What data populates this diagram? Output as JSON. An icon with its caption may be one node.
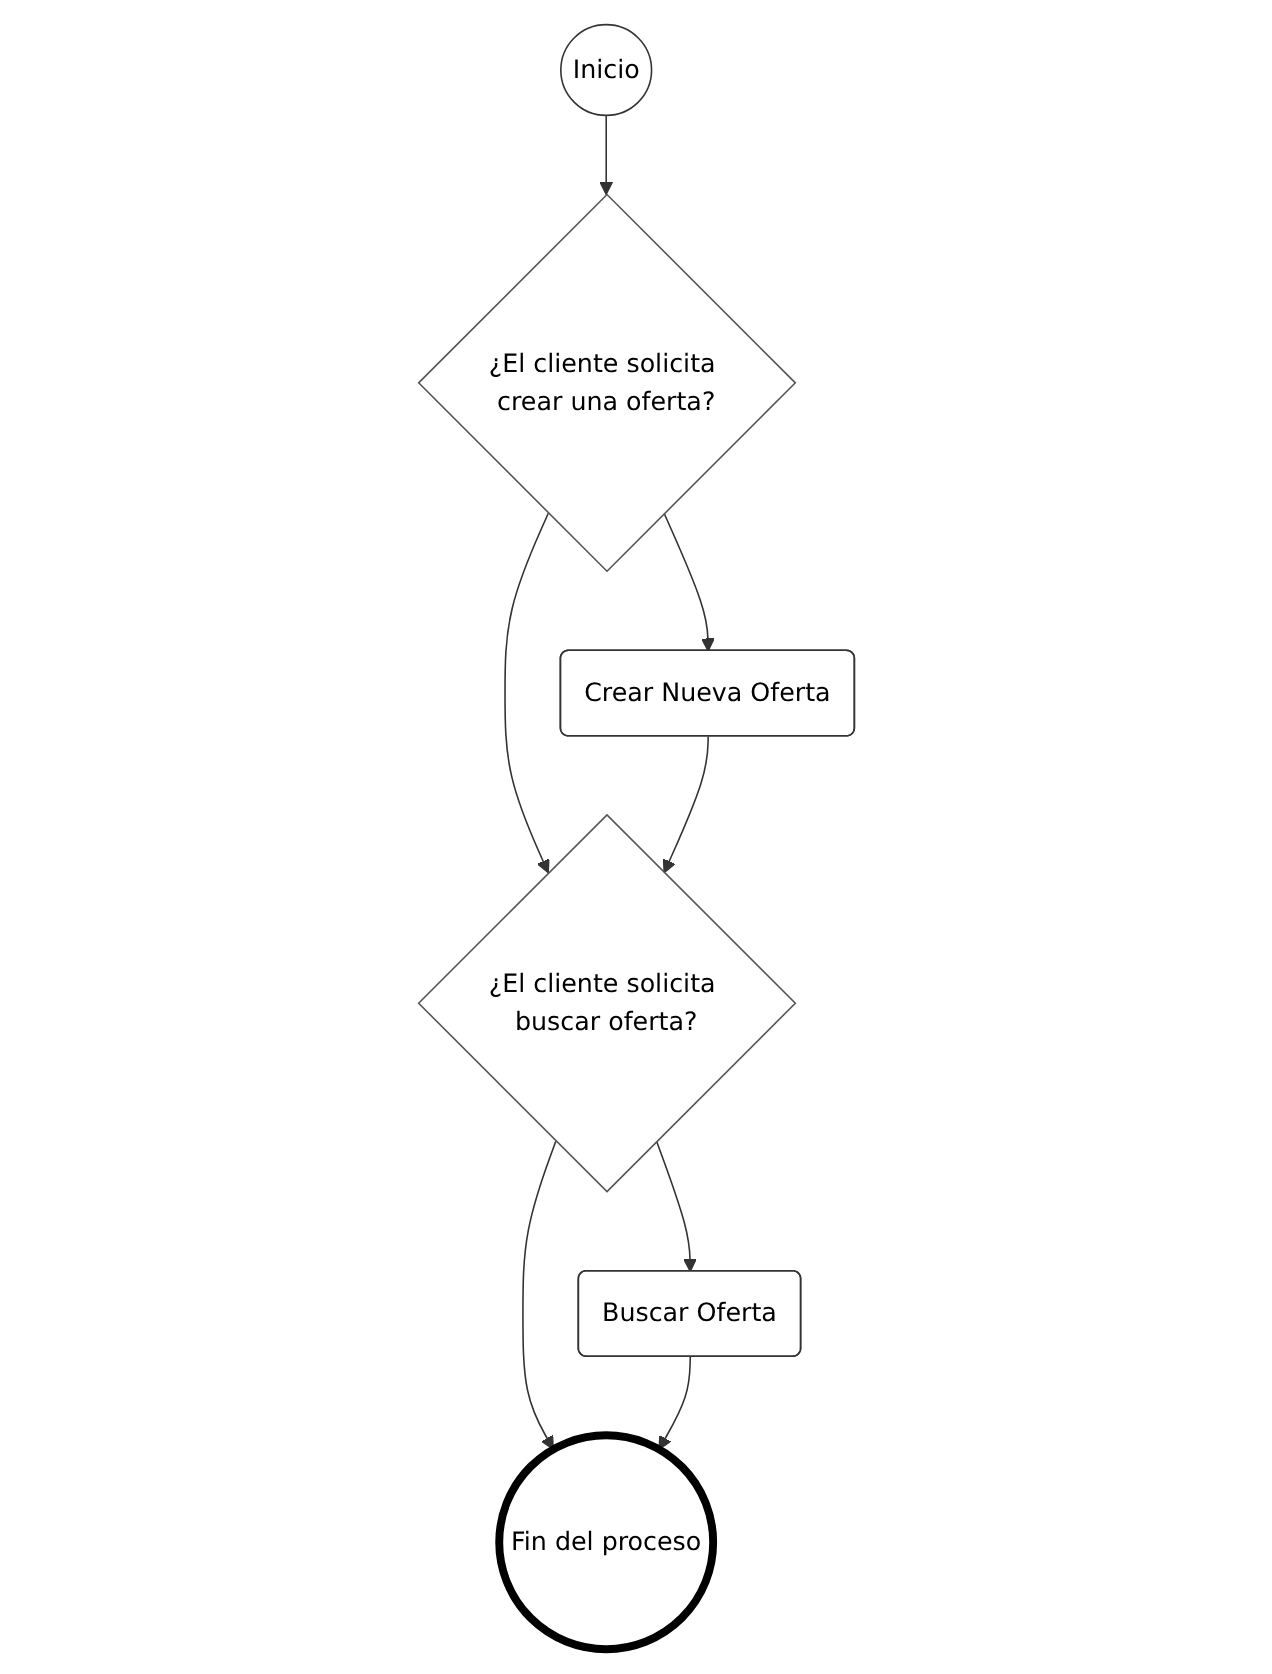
{
  "diagram": {
    "nodes": [
      {
        "text": [
          "Inicio"
        ]
      },
      {
        "text": [
          "¿El cliente solicita crear una oferta?"
        ]
      },
      {
        "text": [
          "Crear Nueva Oferta"
        ]
      },
      {
        "text": [
          "¿El cliente solicita buscar oferta?"
        ]
      },
      {
        "text": [
          "Buscar Oferta"
        ]
      },
      {
        "text": [
          "Fin del proceso"
        ]
      }
    ],
    "edges": [
      {
        "from": 0,
        "to": 1,
        "arrow": "to"
      },
      {
        "from": 1,
        "to": 2,
        "arrow": "to"
      },
      {
        "from": 1,
        "to": 3,
        "arrow": "to"
      },
      {
        "from": 2,
        "to": 3,
        "arrow": "to"
      },
      {
        "from": 3,
        "to": 4,
        "arrow": "to"
      },
      {
        "from": 3,
        "to": 5,
        "arrow": "to"
      },
      {
        "from": 4,
        "to": 5,
        "arrow": "to"
      }
    ]
  }
}
